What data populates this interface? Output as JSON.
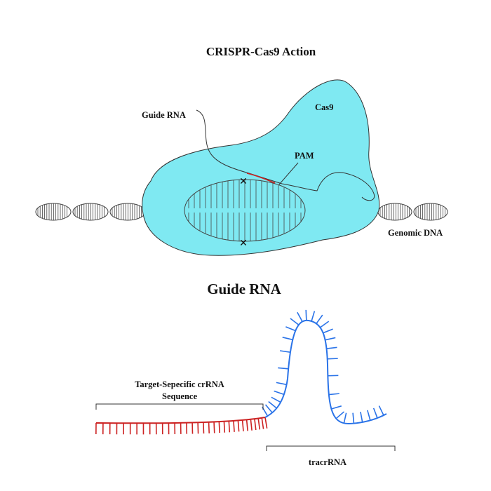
{
  "titles": {
    "top": "CRISPR-Cas9 Action",
    "bottom": "Guide RNA"
  },
  "labels": {
    "guide_rna": "Guide RNA",
    "cas9": "Cas9",
    "pam": "PAM",
    "genomic_dna": "Genomic DNA",
    "crrna_line1": "Target-Sepecific crRNA",
    "crrna_line2": "Sequence",
    "tracrrna": "tracrRNA"
  },
  "colors": {
    "cas9_fill": "#7fe9f2",
    "cas9_stroke": "#333333",
    "crrna": "#cc2222",
    "tracrrna": "#2a73e8",
    "dna_stroke": "#444444"
  }
}
